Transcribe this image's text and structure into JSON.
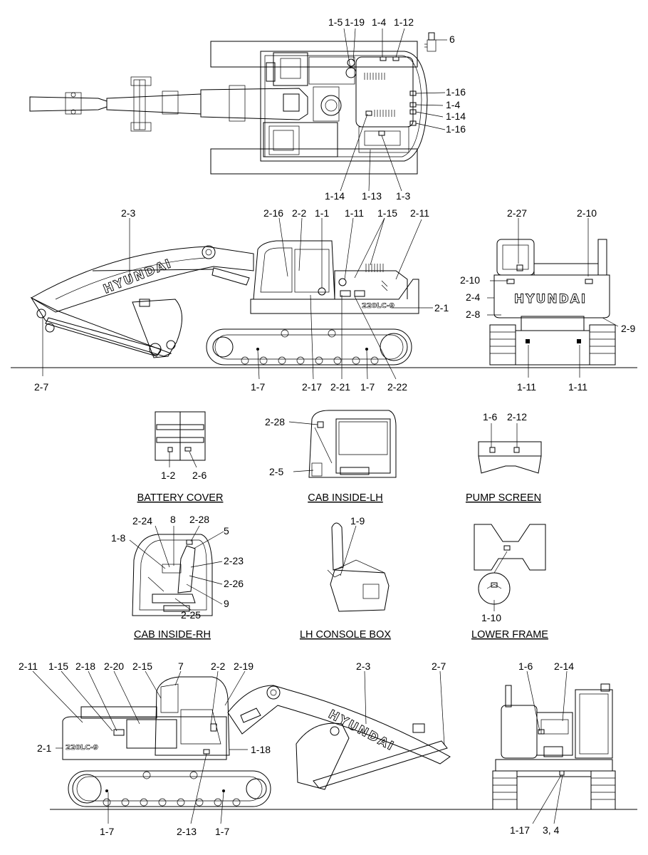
{
  "brand": "HYUNDAI",
  "model_badge": "220LC-9",
  "captions": {
    "battery_cover": "BATTERY COVER",
    "cab_inside_lh": "CAB INSIDE-LH",
    "pump_screen": "PUMP SCREEN",
    "cab_inside_rh": "CAB INSIDE-RH",
    "lh_console_box": "LH CONSOLE BOX",
    "lower_frame": "LOWER FRAME"
  },
  "callouts": {
    "top_view": [
      "1-5",
      "1-19",
      "1-4",
      "1-12",
      "6",
      "1-16",
      "1-4",
      "1-14",
      "1-16",
      "1-14",
      "1-13",
      "1-3"
    ],
    "side_view_lh": [
      "2-3",
      "2-16",
      "2-2",
      "1-1",
      "1-11",
      "1-15",
      "2-11",
      "2-1",
      "2-7",
      "1-7",
      "2-17",
      "2-21",
      "1-7",
      "2-22"
    ],
    "rear_view": [
      "2-27",
      "2-10",
      "2-10",
      "2-4",
      "2-8",
      "2-9",
      "1-11",
      "1-11"
    ],
    "battery_cover": [
      "1-2",
      "2-6"
    ],
    "cab_inside_lh": [
      "2-28",
      "2-5"
    ],
    "pump_screen": [
      "1-6",
      "2-12"
    ],
    "cab_inside_rh": [
      "2-24",
      "8",
      "2-28",
      "5",
      "1-8",
      "2-23",
      "2-26",
      "9",
      "2-25"
    ],
    "lh_console_box": [
      "1-9"
    ],
    "lower_frame": [
      "1-10"
    ],
    "side_view_rh": [
      "2-11",
      "1-15",
      "2-18",
      "2-20",
      "2-15",
      "7",
      "2-2",
      "2-19",
      "2-3",
      "2-7",
      "2-1",
      "1-18",
      "1-7",
      "2-13",
      "1-7"
    ],
    "front_view": [
      "1-6",
      "2-14",
      "1-17",
      "3, 4"
    ]
  }
}
